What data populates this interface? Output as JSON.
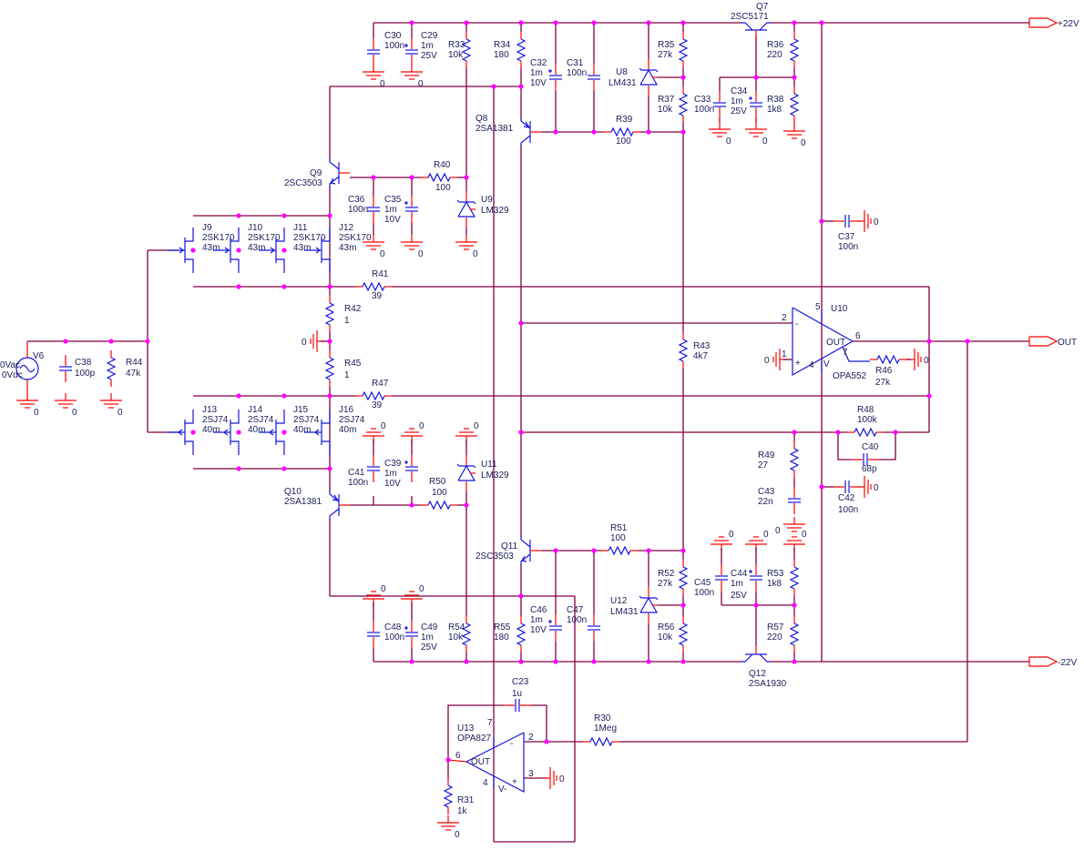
{
  "ground_label": "0",
  "ports": {
    "vpos": "+22V",
    "out": "OUT",
    "vneg": "-22V"
  },
  "components": {
    "C30": {
      "ref": "C30",
      "value": "100n"
    },
    "C29": {
      "ref": "C29",
      "value": "1m",
      "rating": "25V"
    },
    "R33": {
      "ref": "R33",
      "value": "10k"
    },
    "R34": {
      "ref": "R34",
      "value": "180"
    },
    "C32": {
      "ref": "C32",
      "value": "1m",
      "rating": "10V"
    },
    "C31": {
      "ref": "C31",
      "value": "100n"
    },
    "U8": {
      "ref": "U8",
      "value": "LM431"
    },
    "R35": {
      "ref": "R35",
      "value": "27k"
    },
    "R37": {
      "ref": "R37",
      "value": "10k"
    },
    "C33": {
      "ref": "C33",
      "value": "100n"
    },
    "C34": {
      "ref": "C34",
      "value": "1m",
      "rating": "25V"
    },
    "R38": {
      "ref": "R38",
      "value": "1k8"
    },
    "R36": {
      "ref": "R36",
      "value": "220"
    },
    "Q7": {
      "ref": "Q7",
      "value": "2SC5171"
    },
    "Q8": {
      "ref": "Q8",
      "value": "2SA1381"
    },
    "R39": {
      "ref": "R39",
      "value": "100"
    },
    "Q9": {
      "ref": "Q9",
      "value": "2SC3503"
    },
    "R40": {
      "ref": "R40",
      "value": "100"
    },
    "C36": {
      "ref": "C36",
      "value": "100n"
    },
    "C35": {
      "ref": "C35",
      "value": "1m",
      "rating": "10V"
    },
    "U9": {
      "ref": "U9",
      "value": "LM329"
    },
    "J9": {
      "ref": "J9",
      "value": "2SK170",
      "rating": "43m"
    },
    "J10": {
      "ref": "J10",
      "value": "2SK170",
      "rating": "43m"
    },
    "J11": {
      "ref": "J11",
      "value": "2SK170",
      "rating": "43m"
    },
    "J12": {
      "ref": "J12",
      "value": "2SK170",
      "rating": "43m"
    },
    "R41": {
      "ref": "R41",
      "value": "39"
    },
    "R42": {
      "ref": "R42",
      "value": "1"
    },
    "R45": {
      "ref": "R45",
      "value": "1"
    },
    "R47": {
      "ref": "R47",
      "value": "39"
    },
    "J13": {
      "ref": "J13",
      "value": "2SJ74",
      "rating": "40m"
    },
    "J14": {
      "ref": "J14",
      "value": "2SJ74",
      "rating": "40m"
    },
    "J15": {
      "ref": "J15",
      "value": "2SJ74",
      "rating": "40m"
    },
    "J16": {
      "ref": "J16",
      "value": "2SJ74",
      "rating": "40m"
    },
    "V6": {
      "ref": "V6",
      "value": "0Vac",
      "rating": "0Vdc"
    },
    "C38": {
      "ref": "C38",
      "value": "100p"
    },
    "R44": {
      "ref": "R44",
      "value": "47k"
    },
    "U10": {
      "ref": "U10",
      "value": "OPA552"
    },
    "R46": {
      "ref": "R46",
      "value": "27k"
    },
    "C37": {
      "ref": "C37",
      "value": "100n"
    },
    "R43": {
      "ref": "R43",
      "value": "4k7"
    },
    "R48": {
      "ref": "R48",
      "value": "100k"
    },
    "C40": {
      "ref": "C40",
      "value": "68p"
    },
    "R49": {
      "ref": "R49",
      "value": "27"
    },
    "C43": {
      "ref": "C43",
      "value": "22n"
    },
    "C42": {
      "ref": "C42",
      "value": "100n"
    },
    "C41": {
      "ref": "C41",
      "value": "100n"
    },
    "C39": {
      "ref": "C39",
      "value": "1m",
      "rating": "10V"
    },
    "U11": {
      "ref": "U11",
      "value": "LM329"
    },
    "R50": {
      "ref": "R50",
      "value": "100"
    },
    "Q10": {
      "ref": "Q10",
      "value": "2SA1381"
    },
    "Q11": {
      "ref": "Q11",
      "value": "2SC3503"
    },
    "R51": {
      "ref": "R51",
      "value": "100"
    },
    "C46": {
      "ref": "C46",
      "value": "1m",
      "rating": "10V"
    },
    "C47": {
      "ref": "C47",
      "value": "100n"
    },
    "U12": {
      "ref": "U12",
      "value": "LM431"
    },
    "R52": {
      "ref": "R52",
      "value": "27k"
    },
    "R56": {
      "ref": "R56",
      "value": "10k"
    },
    "C45": {
      "ref": "C45",
      "value": "100n"
    },
    "C44": {
      "ref": "C44",
      "value": "1m",
      "rating": "25V"
    },
    "R53": {
      "ref": "R53",
      "value": "1k8"
    },
    "R57": {
      "ref": "R57",
      "value": "220"
    },
    "Q12": {
      "ref": "Q12",
      "value": "2SA1930"
    },
    "C48": {
      "ref": "C48",
      "value": "100n"
    },
    "C49": {
      "ref": "C49",
      "value": "1m",
      "rating": "25V"
    },
    "R54": {
      "ref": "R54",
      "value": "10k"
    },
    "R55": {
      "ref": "R55",
      "value": "180"
    },
    "C23": {
      "ref": "C23",
      "value": "1u"
    },
    "U13": {
      "ref": "U13",
      "value": "OPA827"
    },
    "R30": {
      "ref": "R30",
      "value": "1Meg"
    },
    "R31": {
      "ref": "R31",
      "value": "1k"
    }
  },
  "opamps": {
    "U10": {
      "pin_inv": "2",
      "pin_noninv": "1",
      "pin_out": "6",
      "pin_7": "7",
      "pin_vpos": "5",
      "pin_vneg": "4",
      "out_label": "OUT",
      "v_label": "V",
      "minus": "-",
      "plus": "+"
    },
    "U13": {
      "pin_inv": "2",
      "pin_noninv": "3",
      "pin_out": "6",
      "pin_vpos": "7",
      "pin_vneg": "4",
      "out_label": "OUT",
      "v_label": "V-",
      "minus": "-",
      "plus": "+"
    }
  }
}
